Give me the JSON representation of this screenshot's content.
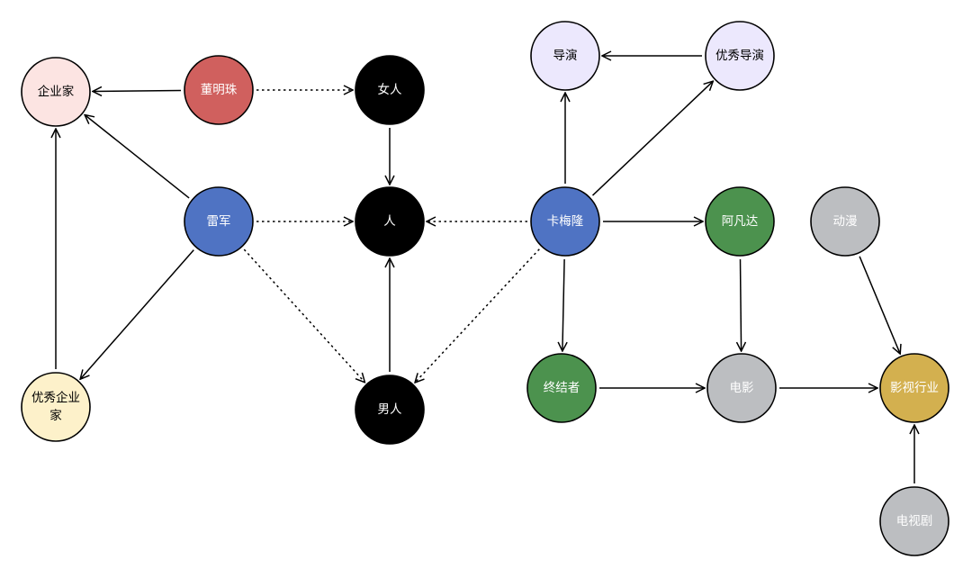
{
  "colors": {
    "red": "#D0605E",
    "black": "#000000",
    "blue": "#4F73C3",
    "pink": "#FCE4E2",
    "cream": "#FDF1CA",
    "lavender": "#ECE8FD",
    "green": "#4C924E",
    "gray": "#BCBEC1",
    "gold": "#D3B04F",
    "white": "#FFFFFF"
  },
  "nodes": [
    {
      "id": "qiyejia",
      "label": "企业家",
      "fill": "pink",
      "text_color": "black"
    },
    {
      "id": "dongmingzhu",
      "label": "董明珠",
      "fill": "red",
      "text_color": "white"
    },
    {
      "id": "nvren",
      "label": "女人",
      "fill": "black",
      "text_color": "white"
    },
    {
      "id": "leijun",
      "label": "雷军",
      "fill": "blue",
      "text_color": "white"
    },
    {
      "id": "ren",
      "label": "人",
      "fill": "black",
      "text_color": "white"
    },
    {
      "id": "youxiuqiyejia",
      "label": [
        "优秀企业",
        "家"
      ],
      "fill": "cream",
      "text_color": "black"
    },
    {
      "id": "nanren",
      "label": "男人",
      "fill": "black",
      "text_color": "white"
    },
    {
      "id": "daoyan",
      "label": "导演",
      "fill": "lavender",
      "text_color": "black"
    },
    {
      "id": "youxiudaoyan",
      "label": "优秀导演",
      "fill": "lavender",
      "text_color": "black"
    },
    {
      "id": "kameilong",
      "label": "卡梅隆",
      "fill": "blue",
      "text_color": "white"
    },
    {
      "id": "afanda",
      "label": "阿凡达",
      "fill": "green",
      "text_color": "white"
    },
    {
      "id": "dongman",
      "label": "动漫",
      "fill": "gray",
      "text_color": "white"
    },
    {
      "id": "zhongjiezhe",
      "label": "终结者",
      "fill": "green",
      "text_color": "white"
    },
    {
      "id": "dianying",
      "label": "电影",
      "fill": "gray",
      "text_color": "white"
    },
    {
      "id": "yingshihangye",
      "label": "影视行业",
      "fill": "gold",
      "text_color": "white"
    },
    {
      "id": "dianshiju",
      "label": "电视剧",
      "fill": "gray",
      "text_color": "white"
    }
  ],
  "edges": [
    {
      "from": "dongmingzhu",
      "to": "qiyejia",
      "style": "solid"
    },
    {
      "from": "dongmingzhu",
      "to": "nvren",
      "style": "dotted"
    },
    {
      "from": "nvren",
      "to": "ren",
      "style": "solid"
    },
    {
      "from": "leijun",
      "to": "qiyejia",
      "style": "solid"
    },
    {
      "from": "leijun",
      "to": "ren",
      "style": "dotted"
    },
    {
      "from": "leijun",
      "to": "youxiuqiyejia",
      "style": "solid"
    },
    {
      "from": "leijun",
      "to": "nanren",
      "style": "dotted"
    },
    {
      "from": "youxiuqiyejia",
      "to": "qiyejia",
      "style": "solid"
    },
    {
      "from": "nanren",
      "to": "ren",
      "style": "solid"
    },
    {
      "from": "youxiudaoyan",
      "to": "daoyan",
      "style": "solid"
    },
    {
      "from": "kameilong",
      "to": "daoyan",
      "style": "solid"
    },
    {
      "from": "kameilong",
      "to": "youxiudaoyan",
      "style": "solid"
    },
    {
      "from": "kameilong",
      "to": "ren",
      "style": "dotted"
    },
    {
      "from": "kameilong",
      "to": "afanda",
      "style": "solid"
    },
    {
      "from": "kameilong",
      "to": "zhongjiezhe",
      "style": "solid"
    },
    {
      "from": "kameilong",
      "to": "nanren",
      "style": "dotted"
    },
    {
      "from": "afanda",
      "to": "dianying",
      "style": "solid"
    },
    {
      "from": "zhongjiezhe",
      "to": "dianying",
      "style": "solid"
    },
    {
      "from": "dianying",
      "to": "yingshihangye",
      "style": "solid"
    },
    {
      "from": "dongman",
      "to": "yingshihangye",
      "style": "solid"
    },
    {
      "from": "dianshiju",
      "to": "yingshihangye",
      "style": "solid"
    }
  ]
}
